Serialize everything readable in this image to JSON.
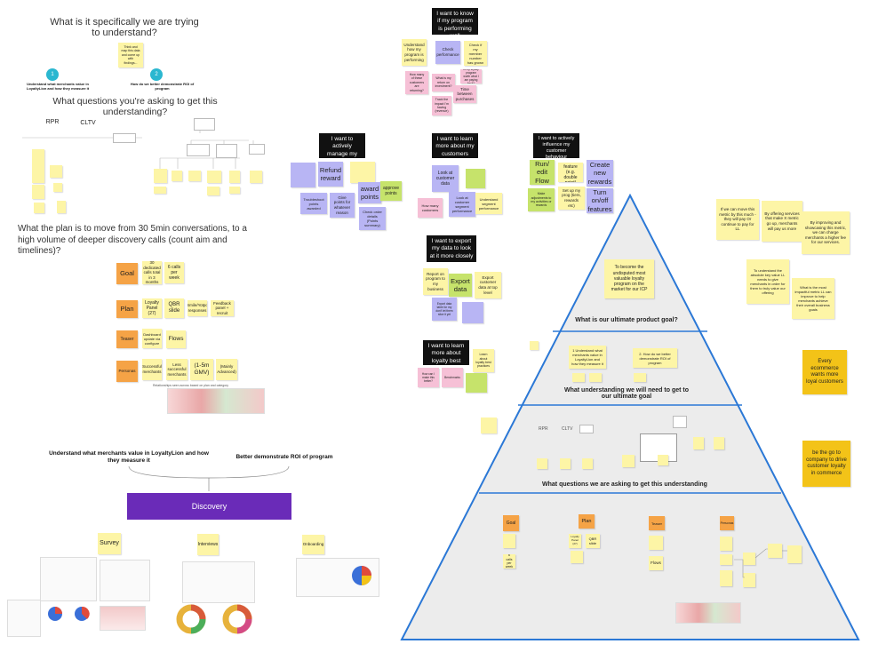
{
  "left": {
    "q1": "What is it specifically we are trying to understand?",
    "note_top": "Think and map this data and come up with findings...",
    "circle1": "1",
    "circle2": "2",
    "goal1": "Understand what merchants value in LoyaltyLion and how they measure it",
    "goal2": "How do we better demonstrate ROI of program",
    "q2": "What questions you're asking to get this understanding?",
    "rpr": "RPR",
    "cltv": "CLTV",
    "q3": "What the plan is to move from 30 5min conversations, to a high volume of deeper discovery calls (count aim and timelines)?",
    "plan_rows": [
      {
        "label": "Goal",
        "a": "30 dedicated calls total in 3 months",
        "b": "6 calls per week"
      },
      {
        "label": "Plan",
        "a": "Loyalty Panel (27)",
        "b": "QBR slide",
        "c": "Smile/Yotpo responses",
        "d": "Feedback panel + recruit"
      },
      {
        "label": "Teaser",
        "a": "Dashboard update via configure",
        "b": "Flows"
      },
      {
        "label": "Personas",
        "a": "Successful merchants",
        "b": "Less successful merchants",
        "c": "(1-5m GMV)",
        "d": "(Mainly Advanced)"
      }
    ],
    "table_caption": "Relationships seen across based on plan and category"
  },
  "discovery": {
    "left_label": "Understand what merchants value in LoyaltyLion and how they measure it",
    "right_label": "Better demonstrate ROI of program",
    "title": "Discovery",
    "methods": [
      "Survey",
      "Interviews",
      "Onboarding"
    ]
  },
  "middle": {
    "h_perform": "I want to know if my program is performing well",
    "perform_notes": [
      "Understand how my program is performing",
      "Check performance",
      "Check if my member number has grown",
      "How many of these customers are returning?",
      "Is my loyalty program worth what I am paying for it?",
      "What is my return on investment?",
      "Time between purchases",
      "Track the impact I'm having (revenue)"
    ],
    "h_manage": "I want to actively manage my customers",
    "manage_notes": [
      "Refund reward",
      "award points",
      "approve points",
      "Troubleshoot points awarded",
      "Give points for whatever reason",
      "Check order details (Points summary)"
    ],
    "h_learn": "I want to learn more about my customers",
    "learn_notes": [
      "Look at customer data",
      "How many customers",
      "Look at customer segment performance",
      "Understand segment performance"
    ],
    "h_influence": "I want to actively influence my customer behaviour",
    "influence_notes": [
      "Run/ edit Flow",
      "use feature (e.g. double point)",
      "Create new rewards",
      "Make adjustments to my activities or rewards",
      "Set up my prog (tiers, rewards etc)",
      "Turn on/off features"
    ],
    "h_export": "I want to export my data to look at it more closely",
    "export_notes": [
      "Report on program to my business",
      "Export data",
      "Export customer data at top level",
      "Export data table for my don't let them slice it yet"
    ],
    "h_best": "I want to learn more about loyalty best practices",
    "best_notes": [
      "Learn about loyalty best practices",
      "How can I make this better?",
      "Benchmarks"
    ]
  },
  "pyramid": {
    "tier1": "What is our ultimate product goal?",
    "tier1_note": "To become the undisputed most valuable loyalty program on the market for our ICP",
    "tier2": "What understanding we will need to get to our ultimate goal",
    "tier2_notes": [
      "1 Understand what merchants value in LoyaltyLion and how they measure it",
      "2. How do we better demonstrate ROI of program"
    ],
    "tier3": "What questions we are asking to get this understanding",
    "tier3_labels": [
      "RPR",
      "CLTV"
    ],
    "tier4_rows": [
      "Goal",
      "Plan",
      "Teaser",
      "Personas"
    ],
    "tier4_notes": [
      "Loyalty Panel (27)",
      "QBR slide",
      "Flows",
      "6 calls per week"
    ]
  },
  "right": {
    "notes": [
      "If we can move this metric by this much - they will pay Or continue to pay for LL",
      "By offering services that make X metric go up, merchants will pay us more",
      "By improving and showcasing this metric, we can charge merchants a higher fee for our services.",
      "To understand the absolute key value LL needs to give merchants in order for them to truly value our offering",
      "What is the most impactful metric LL can improve to help merchants achieve their overall business goals"
    ],
    "goal1": "Every ecommerce wants more loyal customers",
    "goal2": "be the go to company to drive customer loyalty in commerce"
  },
  "colors": {
    "sticky_yellow": "#fdf5a6",
    "sticky_purple": "#b8b5f4",
    "sticky_pink": "#f6c0d6",
    "sticky_green": "#c6e36b",
    "sticky_orange": "#f5a346",
    "discovery_purple": "#6a2bb8",
    "pyramid_blue": "#2b78d6",
    "pyramid_fill": "#ececec",
    "gold": "#f3c318"
  }
}
